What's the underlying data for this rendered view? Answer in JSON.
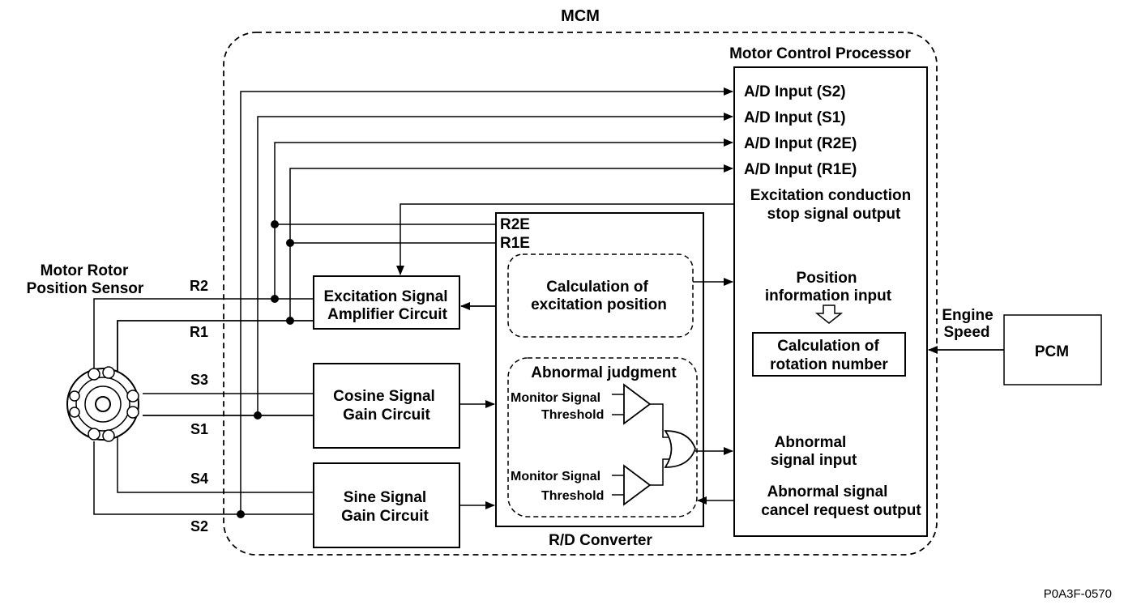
{
  "figure_id": "P0A3F-0570",
  "mcm": {
    "label": "MCM"
  },
  "processor": {
    "title": "Motor Control Processor",
    "ad_inputs": [
      "A/D Input (S2)",
      "A/D Input (S1)",
      "A/D Input (R2E)",
      "A/D Input (R1E)"
    ],
    "excitation_stop": [
      "Excitation conduction",
      "stop signal output"
    ],
    "position_input": [
      "Position",
      "information input"
    ],
    "rotation_calc": [
      "Calculation of",
      "rotation number"
    ],
    "abnormal_input": [
      "Abnormal",
      "signal input"
    ],
    "cancel_request": [
      "Abnormal signal",
      "cancel request output"
    ]
  },
  "sensor": {
    "label": [
      "Motor Rotor",
      "Position Sensor"
    ]
  },
  "signals": {
    "r2": "R2",
    "r1": "R1",
    "s3": "S3",
    "s1": "S1",
    "s4": "S4",
    "s2": "S2"
  },
  "blocks": {
    "excitation_amp": [
      "Excitation Signal",
      "Amplifier Circuit"
    ],
    "cosine_gain": [
      "Cosine Signal",
      "Gain Circuit"
    ],
    "sine_gain": [
      "Sine Signal",
      "Gain Circuit"
    ]
  },
  "rd_converter": {
    "label": "R/D Converter",
    "r2e": "R2E",
    "r1e": "R1E",
    "excitation_calc": [
      "Calculation of",
      "excitation position"
    ],
    "abnormal_judgment": "Abnormal judgment",
    "comparator1": [
      "Monitor Signal",
      "Threshold"
    ],
    "comparator2": [
      "Monitor Signal",
      "Threshold"
    ]
  },
  "pcm": {
    "label": "PCM",
    "engine_speed": [
      "Engine",
      "Speed"
    ]
  }
}
